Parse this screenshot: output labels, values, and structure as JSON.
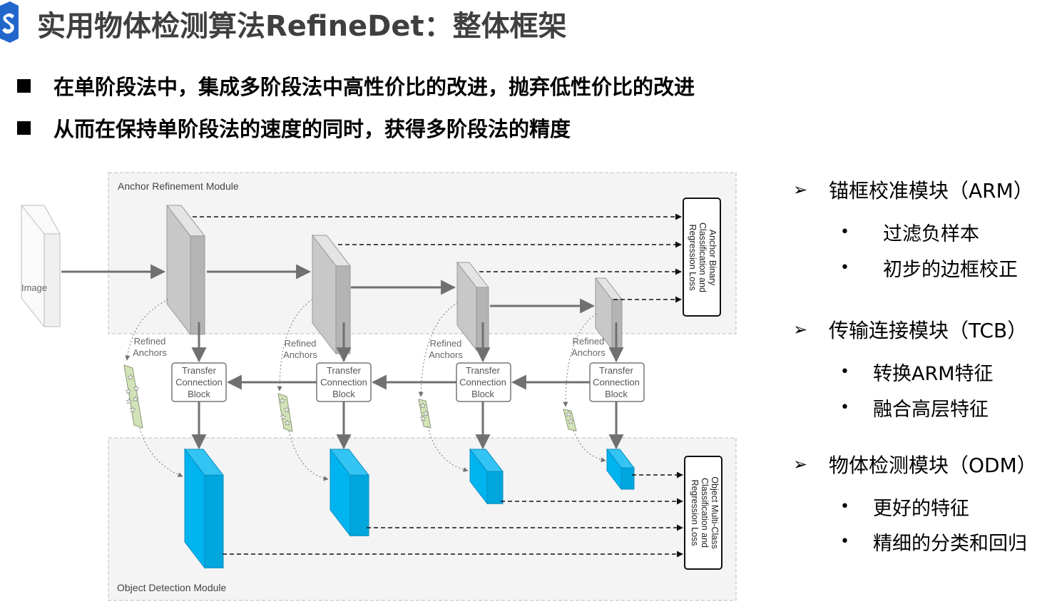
{
  "slide": {
    "title": "实用物体检测算法RefineDet：整体框架",
    "bullets": [
      "在单阶段法中，集成多阶段法中高性价比的改进，抛弃低性价比的改进",
      "从而在保持单阶段法的速度的同时，获得多阶段法的精度"
    ]
  },
  "diagram": {
    "arm_label": "Anchor Refinement Module",
    "odm_label": "Object Detection Module",
    "image_label": "Image",
    "arm_loss": [
      "Anchor Binary",
      "Classification and",
      "Regression Loss"
    ],
    "odm_loss": [
      "Object Multi-Class",
      "Classification and",
      "Regression Loss"
    ],
    "refined": [
      "Refined",
      "Anchors"
    ],
    "tcb": [
      "Transfer",
      "Connection",
      "Block"
    ],
    "colors": {
      "arm_block": "#c8c8c8",
      "odm_block": "#00b4f0",
      "anchor_fill": "#d3e3b8"
    }
  },
  "side": {
    "sections": [
      {
        "title": "锚框校准模块（ARM）",
        "items": [
          "过滤负样本",
          "初步的边框校正"
        ]
      },
      {
        "title": "传输连接模块（TCB）",
        "items": [
          "转换ARM特征",
          "融合高层特征"
        ]
      },
      {
        "title": "物体检测模块（ODM）",
        "items": [
          "更好的特征",
          "精细的分类和回归"
        ]
      }
    ]
  }
}
